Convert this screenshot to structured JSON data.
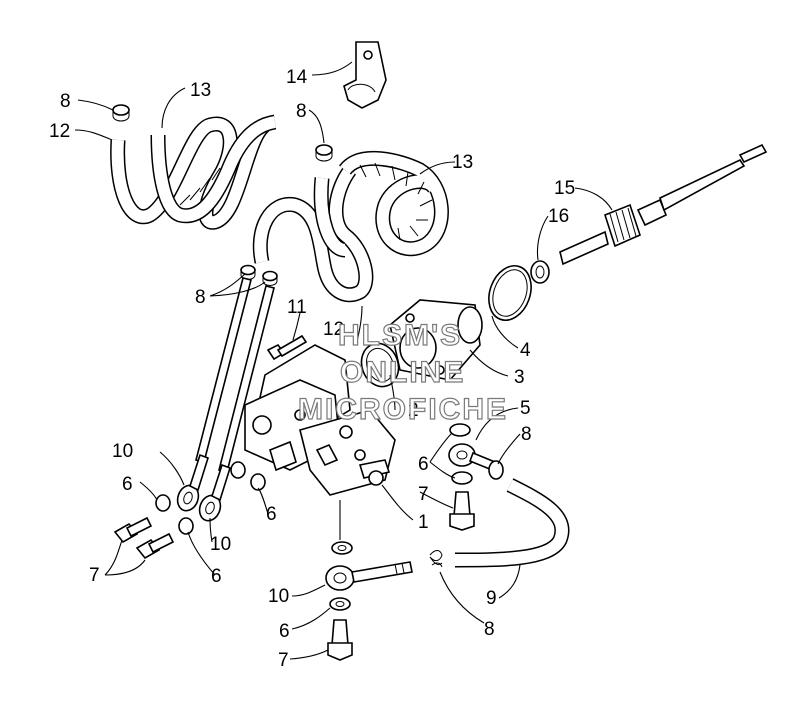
{
  "diagram": {
    "callouts": [
      {
        "id": "c13a",
        "text": "13"
      },
      {
        "id": "c8a",
        "text": "8"
      },
      {
        "id": "c12a",
        "text": "12"
      },
      {
        "id": "c14",
        "text": "14"
      },
      {
        "id": "c8b",
        "text": "8"
      },
      {
        "id": "c13b",
        "text": "13"
      },
      {
        "id": "c15",
        "text": "15"
      },
      {
        "id": "c16",
        "text": "16"
      },
      {
        "id": "c8c",
        "text": "8"
      },
      {
        "id": "c11",
        "text": "11"
      },
      {
        "id": "c12b",
        "text": "12"
      },
      {
        "id": "c4",
        "text": "4"
      },
      {
        "id": "c3",
        "text": "3"
      },
      {
        "id": "c2",
        "text": "2"
      },
      {
        "id": "c5",
        "text": "5"
      },
      {
        "id": "c8d",
        "text": "8"
      },
      {
        "id": "c6a",
        "text": "6"
      },
      {
        "id": "c10a",
        "text": "10"
      },
      {
        "id": "c6b",
        "text": "6"
      },
      {
        "id": "c6c",
        "text": "6"
      },
      {
        "id": "c7a",
        "text": "7"
      },
      {
        "id": "c1",
        "text": "1"
      },
      {
        "id": "c10b",
        "text": "10"
      },
      {
        "id": "c7b",
        "text": "7"
      },
      {
        "id": "c6d",
        "text": "6"
      },
      {
        "id": "c10c",
        "text": "10"
      },
      {
        "id": "c9",
        "text": "9"
      },
      {
        "id": "c8e",
        "text": "8"
      },
      {
        "id": "c6e",
        "text": "6"
      },
      {
        "id": "c7c",
        "text": "7"
      }
    ],
    "watermark": [
      "HLSM'S",
      "ONLINE",
      "MICROFICHE"
    ]
  }
}
